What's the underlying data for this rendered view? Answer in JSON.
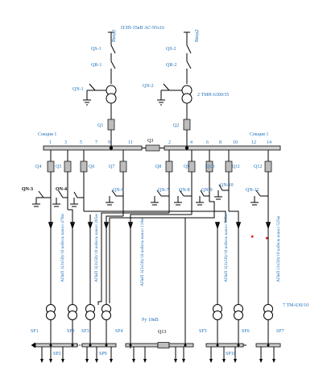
{
  "inputs": {
    "left": "Ввод1",
    "right": "Ввод2"
  },
  "line": "ПЭП-35кВ АС-95x16",
  "top_switches": {
    "qs1": "QS-1",
    "qs2": "QS-2",
    "qr1": "QR-1",
    "qr2": "QR-2",
    "qn1": "QN-1",
    "qn2": "QN-2"
  },
  "main_transformer": "2 ТМН-6300/35",
  "breakers": {
    "q1": "Q1",
    "q2": "Q2",
    "q3": "Q3",
    "q4": "Q4",
    "q5": "Q5",
    "q6": "Q6",
    "q7": "Q7",
    "q8": "Q8",
    "q9": "Q9",
    "q10": "Q10",
    "q11": "Q11",
    "q12": "Q12",
    "q13": "Q13"
  },
  "sections": {
    "left": "Секция 1",
    "right": "Секция 1"
  },
  "bus_numbers": [
    "1",
    "3",
    "5",
    "7",
    "9",
    "11",
    "2",
    "4",
    "6",
    "8",
    "10",
    "12",
    "14"
  ],
  "earth_switches": {
    "qn3": "QN-3",
    "qn4": "QN-4",
    "qn6": "QN-6",
    "qn7": "QN-7",
    "qn8": "QN-8",
    "qn9": "QN-9",
    "qn10": "QN-10",
    "qn11": "QN-11"
  },
  "cables": [
    "АПвП 3(3x50)/10 кабель канал 470м",
    "АПвП 3(3x50)/10 кабель канал 205м",
    "АПвП 3(3x50)/10 кабель канал 110м",
    "АПвП 3(3x50)/10 кабель канал 512м",
    "АПвП (3x50)/10 кабель канал 525м"
  ],
  "ru": "Ру 10кВ",
  "sf": {
    "sf1": "SF1",
    "sf2": "SF2",
    "sf3": "SF3",
    "sf4": "SF4",
    "sf5": "SF5",
    "sf6": "SF6",
    "sf7": "SF7"
  },
  "sp": {
    "sp2": "SP2",
    "sp9": "SP9",
    "sp10": "SP10"
  },
  "transformer_7": "7 ТМ-630/10"
}
